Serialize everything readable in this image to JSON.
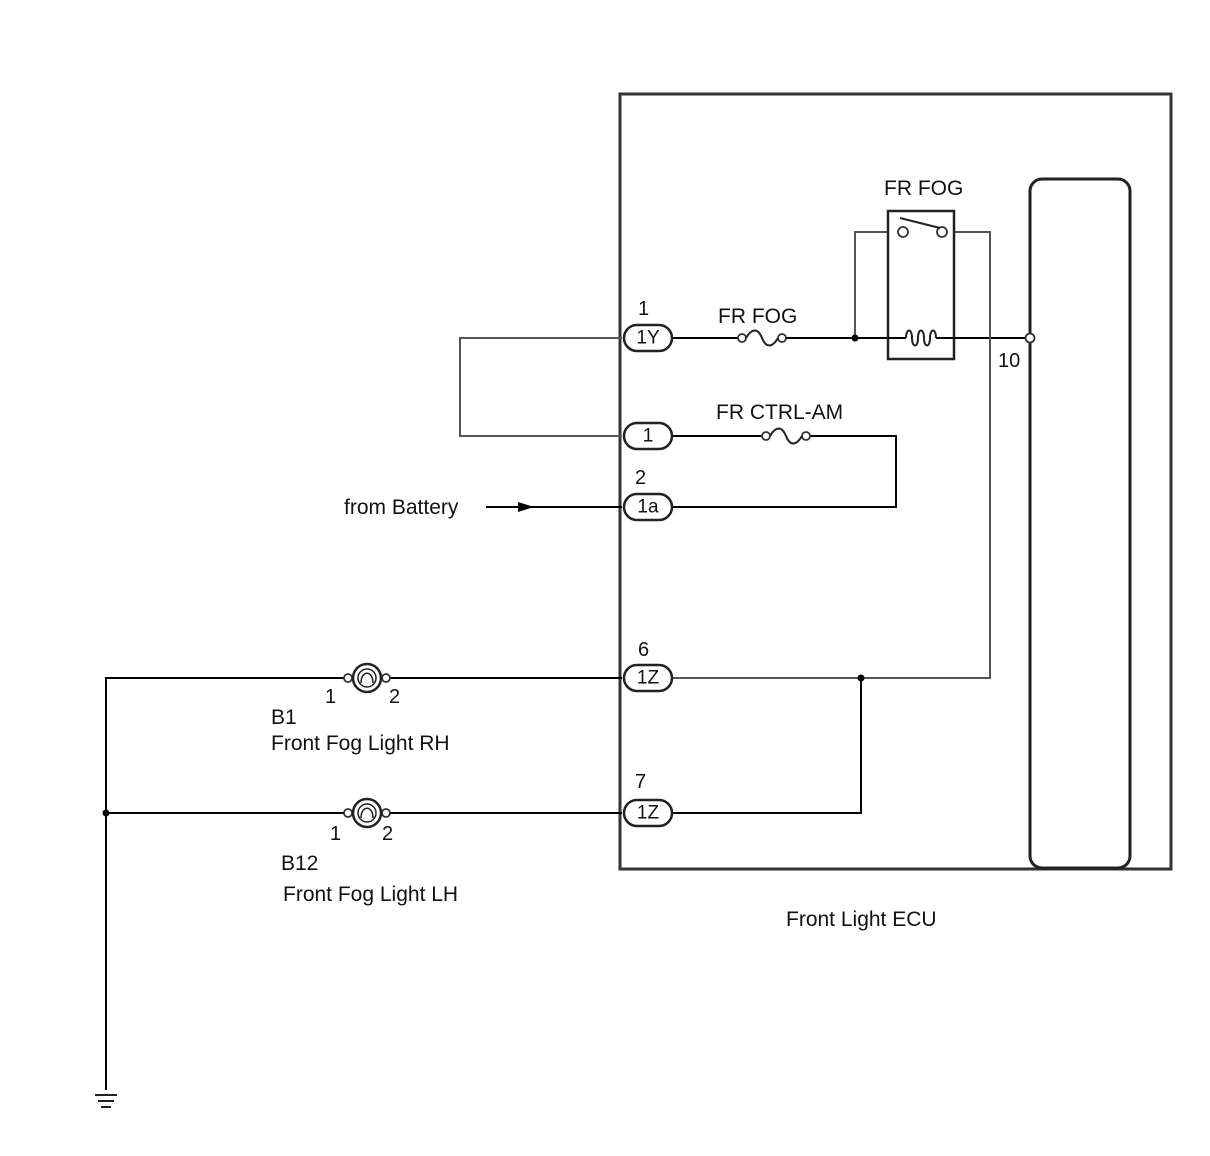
{
  "ecu": {
    "label": "Front Light ECU"
  },
  "relay": {
    "label": "FR FOG",
    "terminal": "10"
  },
  "fuses": {
    "fr_fog": "FR FOG",
    "fr_ctrl_am": "FR CTRL-AM"
  },
  "connectors": {
    "c1y": {
      "code": "1Y",
      "pin": "1"
    },
    "c1": {
      "code": "1"
    },
    "c1a": {
      "code": "1a",
      "pin": "2"
    },
    "c1z_6": {
      "code": "1Z",
      "pin": "6"
    },
    "c1z_7": {
      "code": "1Z",
      "pin": "7"
    }
  },
  "battery": {
    "label": "from Battery"
  },
  "lamps": {
    "rh": {
      "code": "B1",
      "name": "Front Fog Light RH",
      "pin_left": "1",
      "pin_right": "2"
    },
    "lh": {
      "code": "B12",
      "name": "Front Fog Light LH",
      "pin_left": "1",
      "pin_right": "2"
    }
  }
}
